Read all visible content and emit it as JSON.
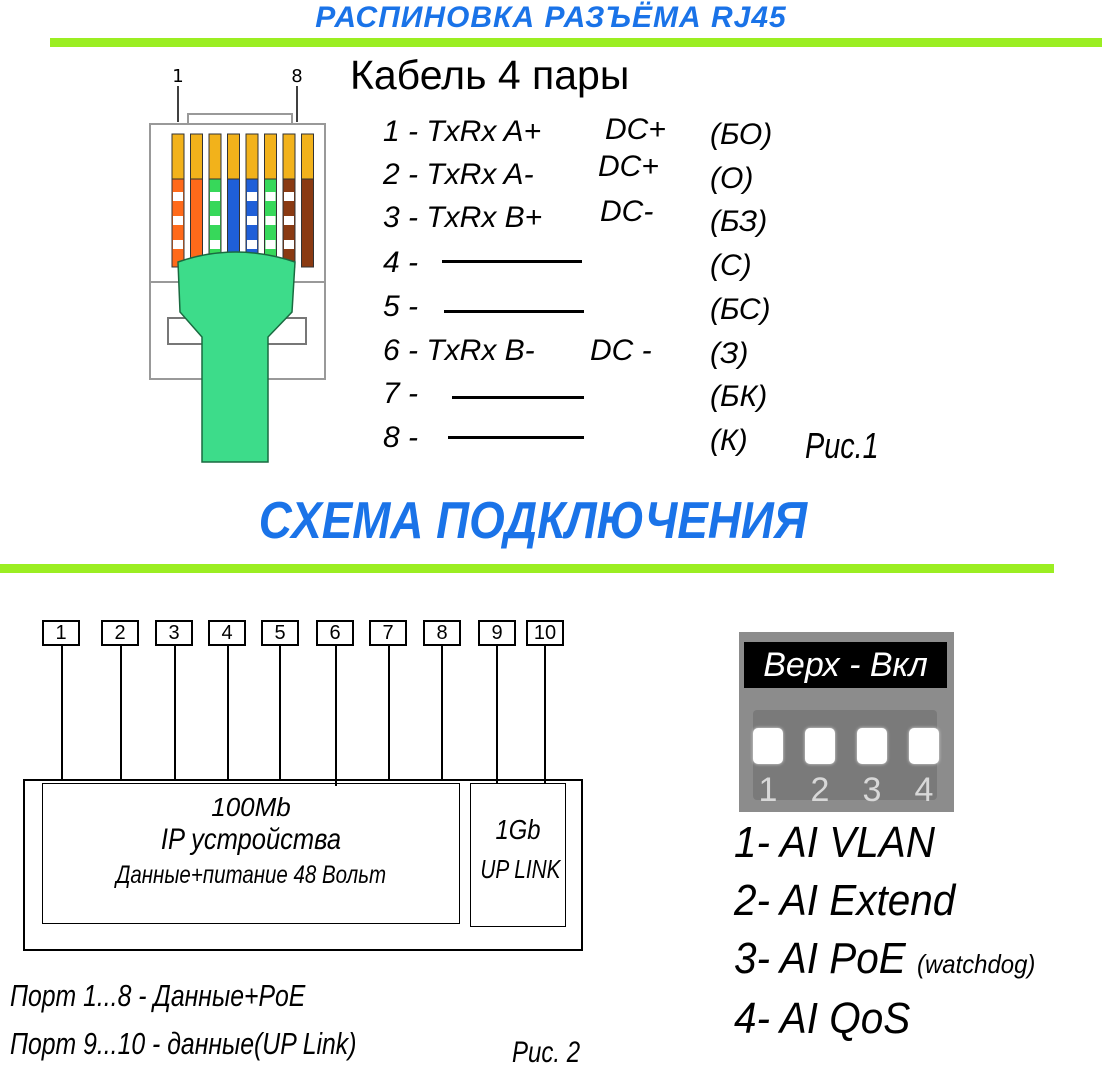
{
  "header": {
    "title": "РАСПИНОВКА РАЗЪЁМА RJ45",
    "cable_title": "Кабель 4 пары"
  },
  "connector": {
    "pin_marks": [
      "1",
      "8"
    ],
    "wire_colors": [
      "#ff6a1a",
      "#ff6a1a",
      "#37d85a",
      "#1f5fd8",
      "#1f5fd8",
      "#37d85a",
      "#8a3a12",
      "#8a3a12"
    ]
  },
  "pinout": [
    {
      "label": "1 - TxRx A+",
      "dc": "DC+",
      "code": "(БО)"
    },
    {
      "label": "2 - TxRx A-",
      "dc": "DC+",
      "code": "(О)"
    },
    {
      "label": "3 - TxRx B+",
      "dc": "DC-",
      "code": "(БЗ)"
    },
    {
      "label": "4 -",
      "dc": "",
      "code": "(С)"
    },
    {
      "label": "5 -",
      "dc": "",
      "code": "(БС)"
    },
    {
      "label": "6 - TxRx B-",
      "dc": "DC -",
      "code": "(З)"
    },
    {
      "label": "7 -",
      "dc": "",
      "code": "(БК)"
    },
    {
      "label": "8 -",
      "dc": "",
      "code": "(К)"
    }
  ],
  "fig1_caption": "Рис.1",
  "section_title": "СХЕМА ПОДКЛЮЧЕНИЯ",
  "ports": [
    "1",
    "2",
    "3",
    "4",
    "5",
    "6",
    "7",
    "8",
    "9",
    "10"
  ],
  "switch": {
    "main_block": {
      "line1": "100Mb",
      "line2": "IP устройства",
      "line3": "Данные+питание 48 Вольт"
    },
    "uplink_block": {
      "line1": "1Gb",
      "line2": "UP LINK"
    }
  },
  "port_notes": [
    "Порт 1...8 - Данные+PoE",
    "Порт 9...10 - данные(UP Link)"
  ],
  "fig2_caption": "Рис. 2",
  "dip": {
    "label": "Верх - Вкл",
    "switch_numbers": [
      "1",
      "2",
      "3",
      "4"
    ]
  },
  "features": [
    {
      "text": "1- AI VLAN",
      "note": ""
    },
    {
      "text": "2- AI Extend",
      "note": ""
    },
    {
      "text": "3- AI PoE",
      "note": "(watchdog)"
    },
    {
      "text": "4- AI QoS",
      "note": ""
    }
  ],
  "colors": {
    "accent_blue": "#1a73e8",
    "accent_green": "#9bee22",
    "cable_green": "#3ddc8a"
  }
}
